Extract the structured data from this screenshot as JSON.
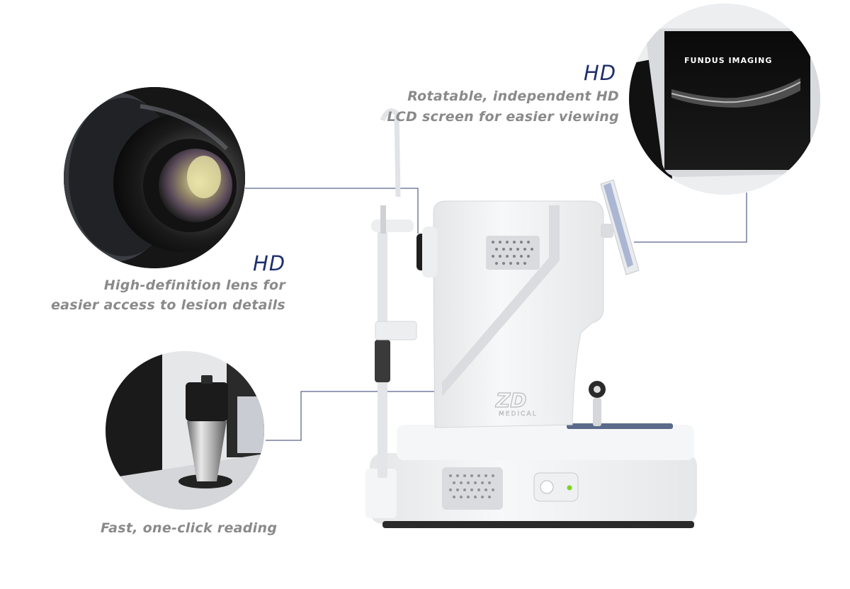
{
  "features": {
    "screen": {
      "badge": "HD",
      "line1": "Rotatable, independent HD",
      "line2": "LCD screen for easier viewing",
      "screen_text": "FUNDUS IMAGING"
    },
    "lens": {
      "badge": "HD",
      "line1": "High-definition lens for",
      "line2": "easier access to lesion details"
    },
    "button": {
      "caption": "Fast, one-click reading"
    }
  },
  "device": {
    "logo": "ZD",
    "logo_sub": "MEDICAL"
  },
  "colors": {
    "accent": "#1f2f6e",
    "caption": "#8a8a8a",
    "leader": "#2c3e70",
    "device_body": "#f2f3f4",
    "indicator": "#7ed321"
  }
}
